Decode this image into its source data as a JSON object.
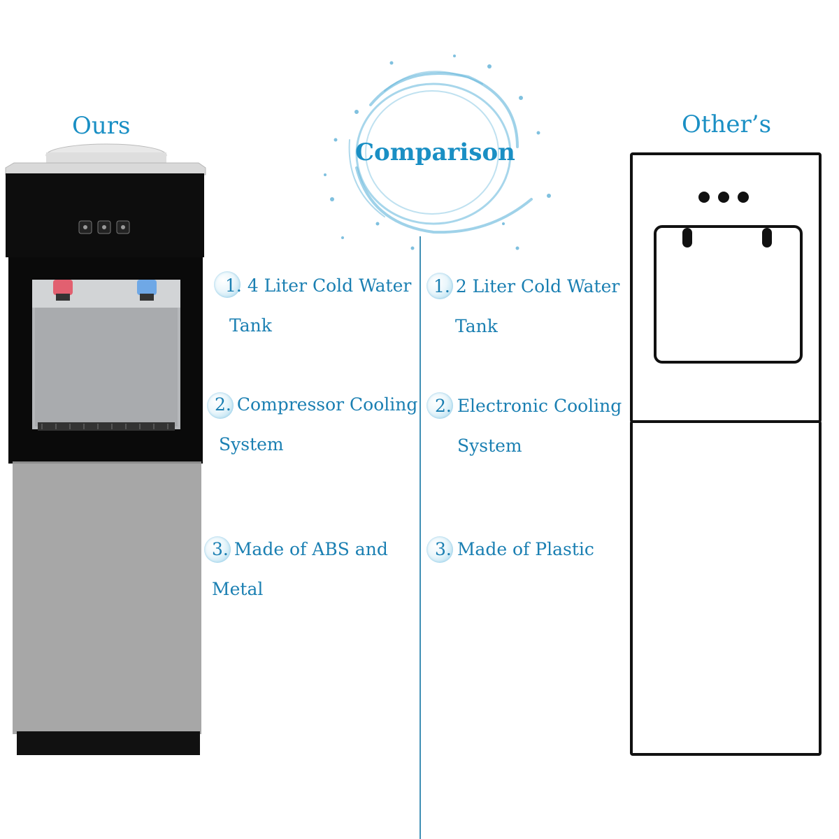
{
  "headings": {
    "ours": "Ours",
    "comparison": "Comparison",
    "others": "Other’s"
  },
  "ours_features": [
    {
      "number": "1.",
      "line1": "4 Liter Cold Water",
      "line2": "Tank"
    },
    {
      "number": "2.",
      "line1": "Compressor Cooling",
      "line2": "System"
    },
    {
      "number": "3.",
      "line1": "Made of ABS and",
      "line2": "Metal"
    }
  ],
  "others_features": [
    {
      "number": "1.",
      "line1": "2 Liter Cold Water",
      "line2": "Tank"
    },
    {
      "number": "2.",
      "line1": "Electronic Cooling",
      "line2": "System"
    },
    {
      "number": "3.",
      "line1": "Made of Plastic",
      "line2": ""
    }
  ],
  "colors": {
    "accent": "#1a8fc4",
    "divider": "#3f8fb5",
    "dispenser_black": "#0d0d0d",
    "dispenser_gray": "#a7a7a7"
  }
}
